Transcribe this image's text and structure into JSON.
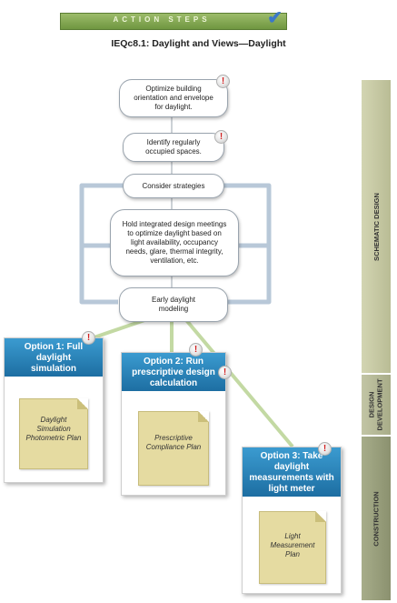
{
  "banner": {
    "label": "ACTION STEPS"
  },
  "title": "IEQc8.1: Daylight and Views—Daylight",
  "steps": {
    "s1": "Optimize building orientation and envelope for daylight.",
    "s2": "Identify regularly occupied spaces.",
    "s3": "Consider strategies",
    "s4": "Hold integrated design meetings to optimize daylight based on light availability, occupancy needs, glare, thermal integrity, ventilation, etc.",
    "s5": "Early daylight modeling"
  },
  "alert_symbol": "!",
  "options": {
    "o1": {
      "title": "Option 1: Full daylight simulation",
      "doc": "Daylight Simulation Photometric Plan"
    },
    "o2": {
      "title": "Option 2: Run prescriptive design calculation",
      "doc": "Prescriptive Compliance Plan"
    },
    "o3": {
      "title": "Option 3: Take daylight measurements with light meter",
      "doc": "Light Measurement Plan"
    }
  },
  "phases": {
    "schematic": "SCHEMATIC DESIGN",
    "development": "DESIGN DEVELOPMENT",
    "construction": "CONSTRUCTION"
  },
  "colors": {
    "banner": "#7ea24c",
    "option_header": "#2a86bf",
    "document": "#e5dba1",
    "phase_schematic": "#c7c9a4",
    "phase_development": "#b6b99a",
    "phase_construction": "#9aa07f",
    "connector": "#c3d9a3",
    "loop_arrow": "#b8c8d8"
  }
}
